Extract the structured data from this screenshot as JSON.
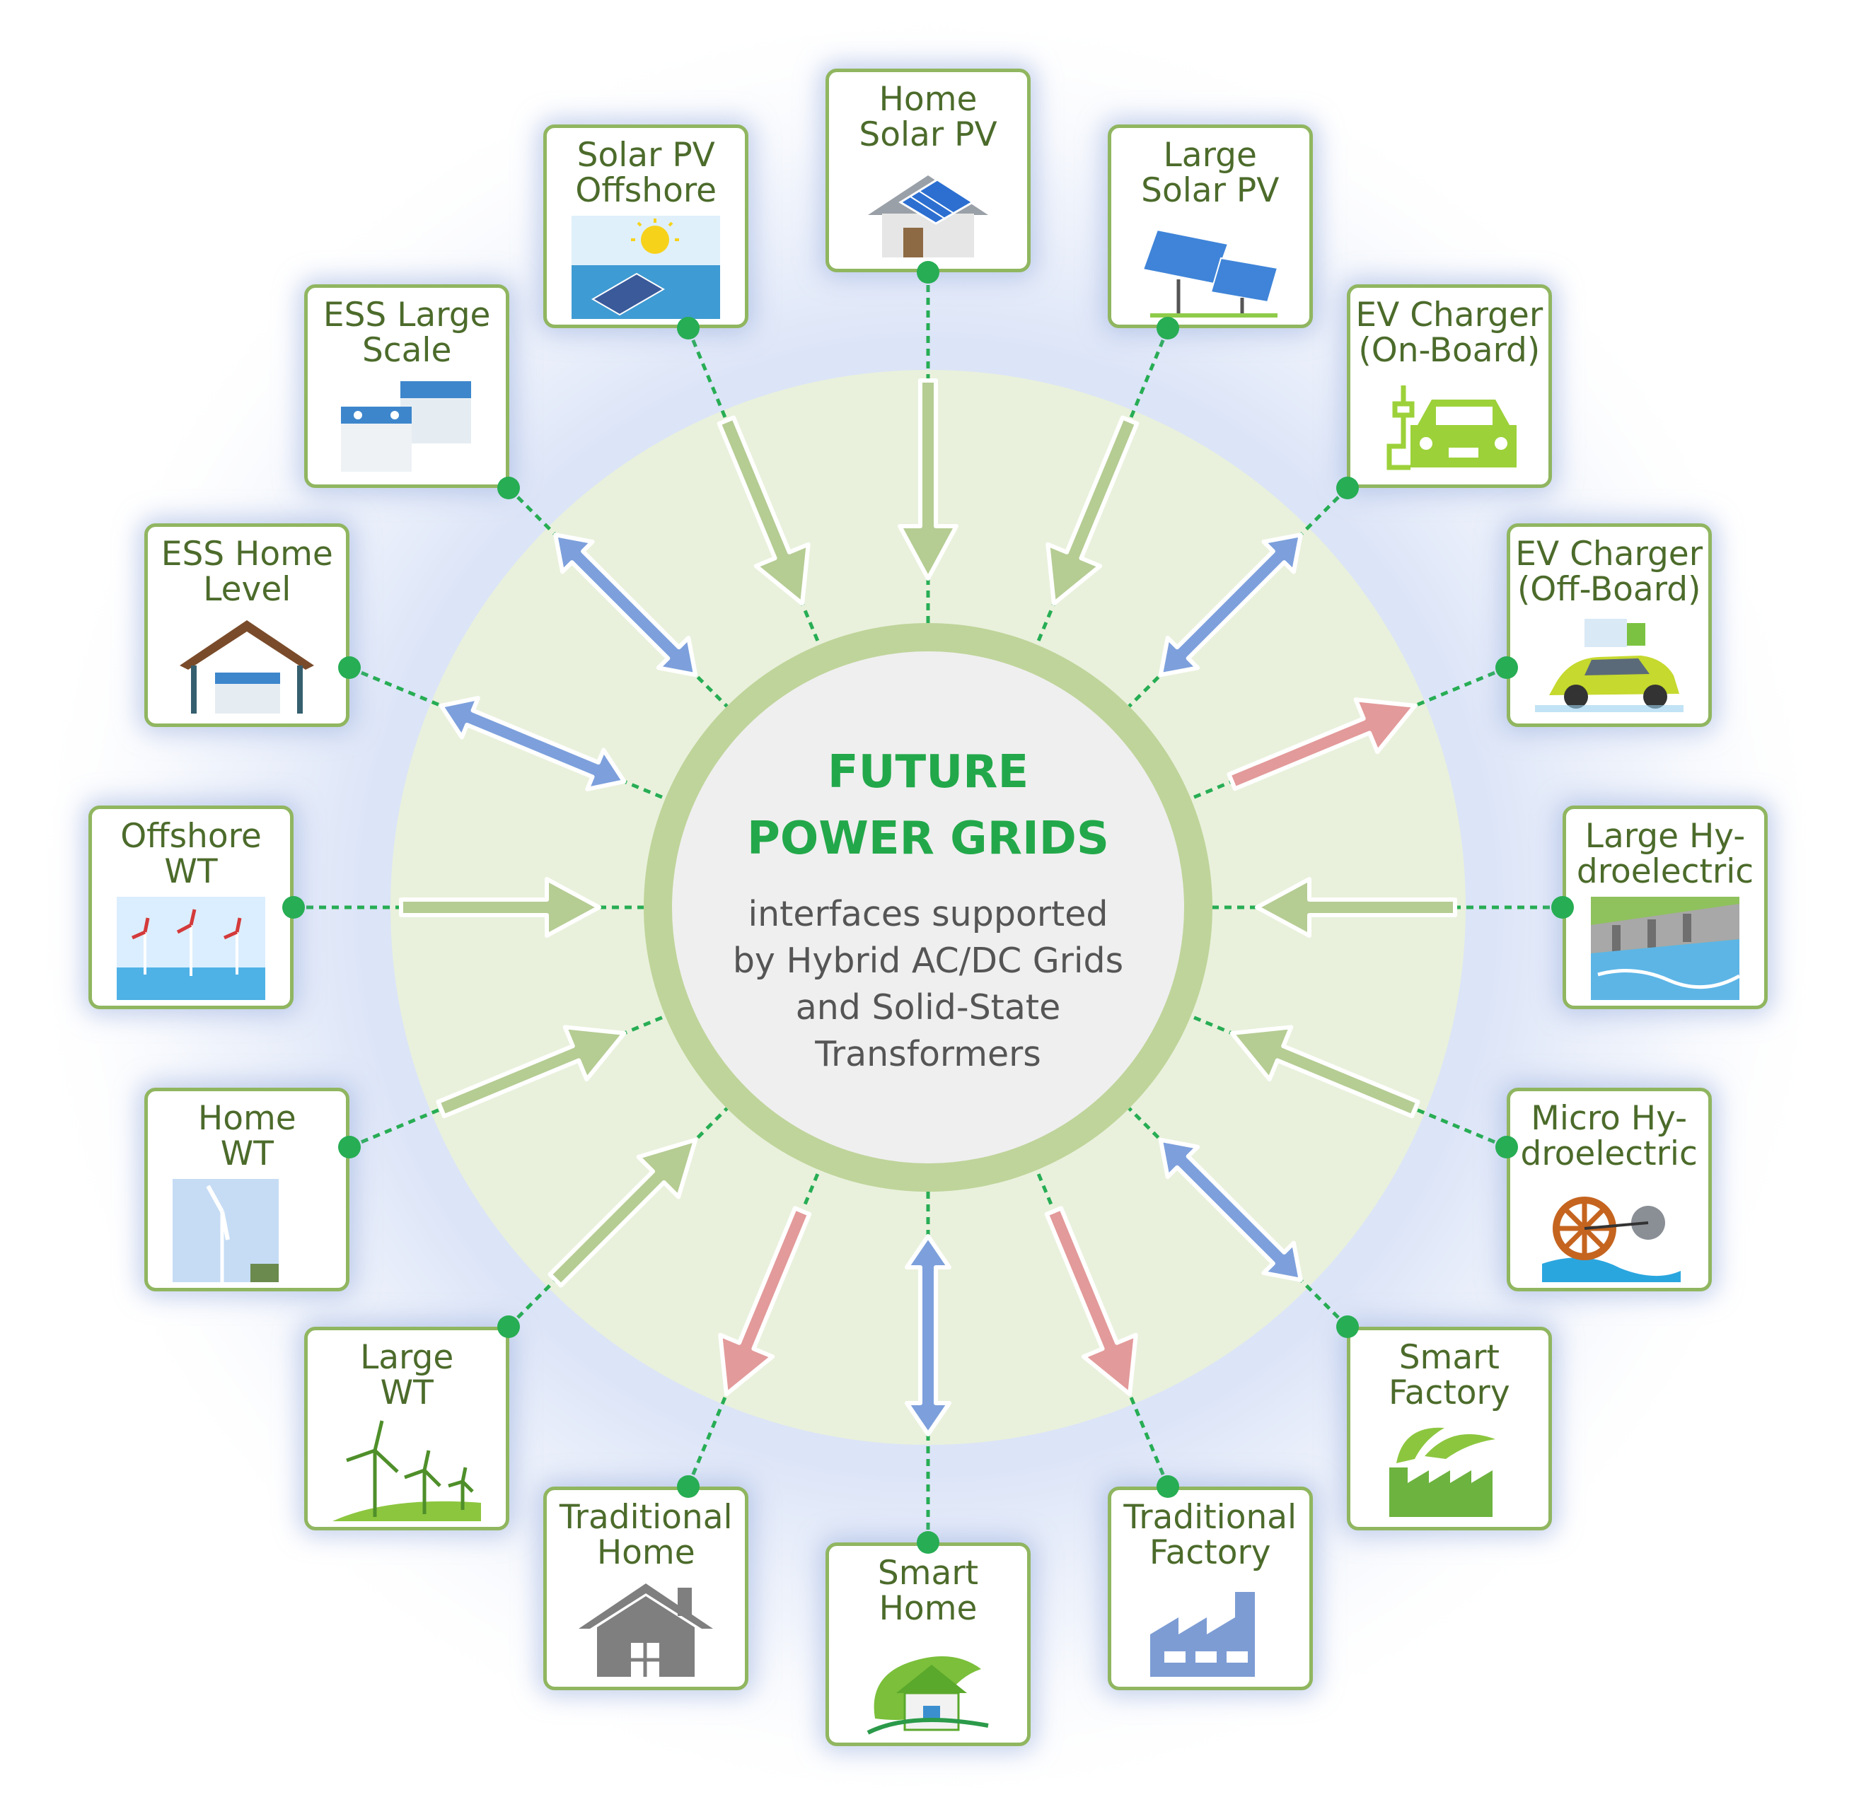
{
  "center": {
    "title_lines": [
      "FUTURE",
      "POWER GRIDS"
    ],
    "subtitle_lines": [
      "interfaces supported",
      "by Hybrid AC/DC Grids",
      "and Solid-State",
      "Transformers"
    ]
  },
  "colors": {
    "generation_arrow": "#b5cc93",
    "bidirectional_arrow": "#7da0dc",
    "consumption_arrow": "#e39a9a",
    "connector": "#27ad54",
    "node_border": "#90b660",
    "label_text": "#4c6b2b",
    "title": "#22a84a"
  },
  "nodes": [
    {
      "id": "home-solar-pv",
      "label": "Home\nSolar PV",
      "icon": "house-solar-panel-icon",
      "flow": "generation"
    },
    {
      "id": "large-solar-pv",
      "label": "Large\nSolar PV",
      "icon": "solar-panel-array-icon",
      "flow": "generation"
    },
    {
      "id": "ev-charger-on-board",
      "label": "EV Charger\n(On-Board)",
      "icon": "ev-car-plug-icon",
      "flow": "bidirectional"
    },
    {
      "id": "ev-charger-off-board",
      "label": "EV Charger\n(Off-Board)",
      "icon": "ev-charging-station-icon",
      "flow": "consumption"
    },
    {
      "id": "large-hydroelectric",
      "label": "Large Hy-\ndroelectric",
      "icon": "dam-icon",
      "flow": "generation"
    },
    {
      "id": "micro-hydroelectric",
      "label": "Micro Hy-\ndroelectric",
      "icon": "water-wheel-icon",
      "flow": "generation"
    },
    {
      "id": "smart-factory",
      "label": "Smart\nFactory",
      "icon": "green-factory-icon",
      "flow": "bidirectional"
    },
    {
      "id": "traditional-factory",
      "label": "Traditional\nFactory",
      "icon": "factory-icon",
      "flow": "consumption"
    },
    {
      "id": "smart-home",
      "label": "Smart\nHome",
      "icon": "eco-house-icon",
      "flow": "bidirectional"
    },
    {
      "id": "traditional-home",
      "label": "Traditional\nHome",
      "icon": "house-icon",
      "flow": "consumption"
    },
    {
      "id": "large-wt",
      "label": "Large\nWT",
      "icon": "wind-farm-icon",
      "flow": "generation"
    },
    {
      "id": "home-wt",
      "label": "Home\nWT",
      "icon": "small-wind-turbine-icon",
      "flow": "generation"
    },
    {
      "id": "offshore-wt",
      "label": "Offshore\nWT",
      "icon": "offshore-wind-icon",
      "flow": "generation"
    },
    {
      "id": "ess-home-level",
      "label": "ESS Home\nLevel",
      "icon": "house-battery-icon",
      "flow": "bidirectional"
    },
    {
      "id": "ess-large-scale",
      "label": "ESS Large\nScale",
      "icon": "batteries-icon",
      "flow": "bidirectional"
    },
    {
      "id": "solar-pv-offshore",
      "label": "Solar PV\nOffshore",
      "icon": "floating-solar-icon",
      "flow": "generation"
    }
  ]
}
